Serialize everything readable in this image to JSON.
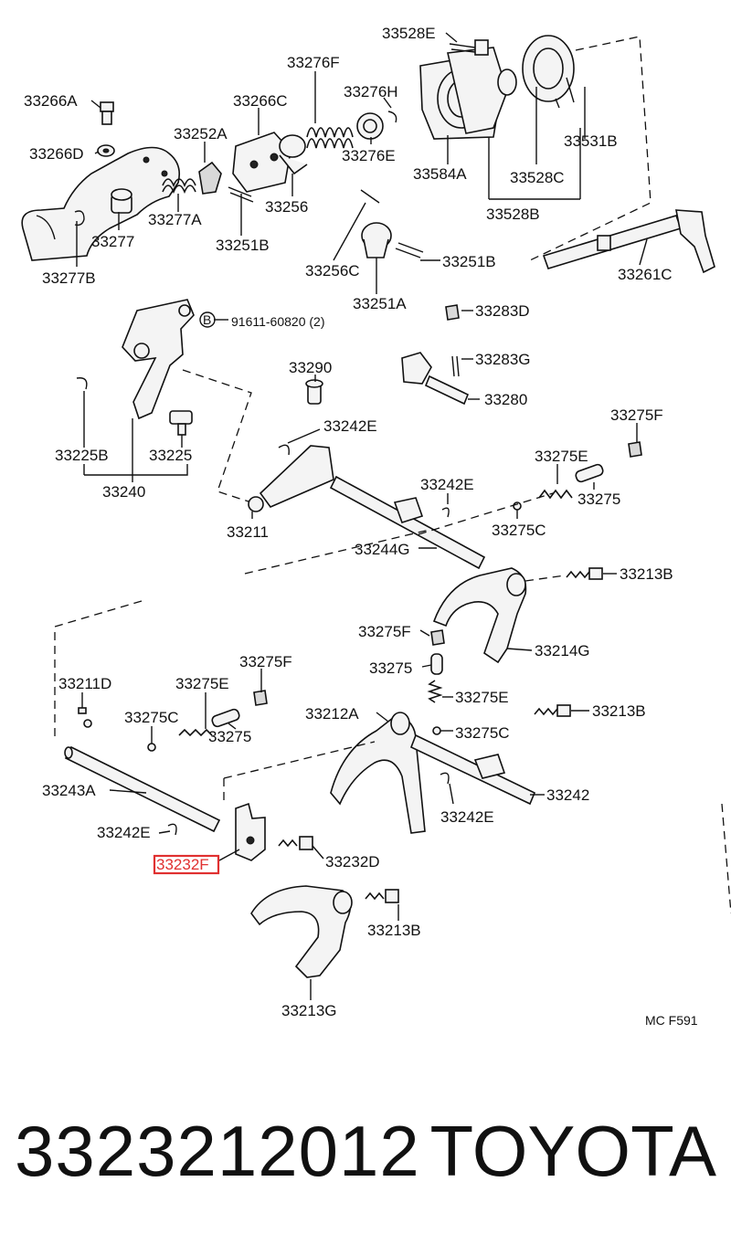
{
  "diagram": {
    "labels": {
      "l_33528E": "33528E",
      "l_33276F": "33276F",
      "l_33276H": "33276H",
      "l_33266A": "33266A",
      "l_33266C": "33266C",
      "l_33252A": "33252A",
      "l_33266D": "33266D",
      "l_33276E": "33276E",
      "l_33531B": "33531B",
      "l_33584A": "33584A",
      "l_33528C": "33528C",
      "l_33256": "33256",
      "l_33277A": "33277A",
      "l_33277": "33277",
      "l_33251B_a": "33251B",
      "l_33528B": "33528B",
      "l_33277B": "33277B",
      "l_33256C": "33256C",
      "l_33251B_b": "33251B",
      "l_33261C": "33261C",
      "l_33251A": "33251A",
      "l_33283D": "33283D",
      "l_bolt": "91611-60820 (2)",
      "l_B": "B",
      "l_33283G": "33283G",
      "l_33290": "33290",
      "l_33280": "33280",
      "l_33275F_a": "33275F",
      "l_33242E_a": "33242E",
      "l_33225B": "33225B",
      "l_33225": "33225",
      "l_33275E_a": "33275E",
      "l_33240": "33240",
      "l_33242E_b": "33242E",
      "l_33275": "33275",
      "l_33211": "33211",
      "l_33275C_a": "33275C",
      "l_33244G": "33244G",
      "l_33213B_a": "33213B",
      "l_33275F_b": "33275F",
      "l_33214G": "33214G",
      "l_33275F_c": "33275F",
      "l_33275_b": "33275",
      "l_33211D": "33211D",
      "l_33275E_b": "33275E",
      "l_33275E_c": "33275E",
      "l_33212A": "33212A",
      "l_33213B_b": "33213B",
      "l_33275C_b": "33275C",
      "l_33275_c": "33275",
      "l_33275C_c": "33275C",
      "l_33243A": "33243A",
      "l_33242": "33242",
      "l_33242E_c": "33242E",
      "l_33242E_d": "33242E",
      "l_33232F": "33232F",
      "l_33232D": "33232D",
      "l_33213B_c": "33213B",
      "l_33213G": "33213G",
      "l_code": "MC F591"
    }
  },
  "footer": {
    "part_number": "3323212012",
    "brand": "TOYOTA"
  },
  "colors": {
    "highlight": "#e03030",
    "ink": "#111111"
  }
}
